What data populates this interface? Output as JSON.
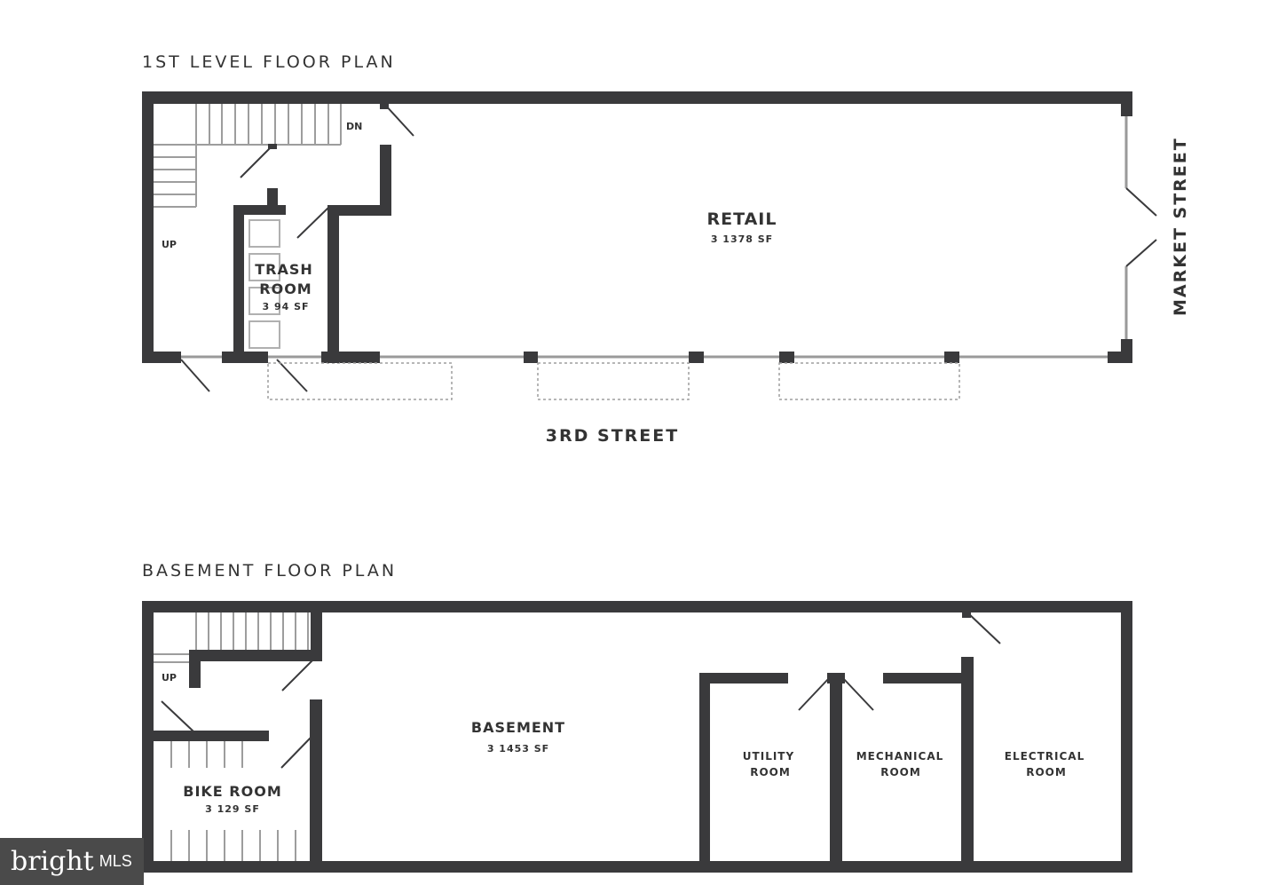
{
  "level1": {
    "title": "1ST LEVEL FLOOR PLAN",
    "retail_label": "RETAIL",
    "retail_area": "3 1378 SF",
    "trash_label_1": "TRASH",
    "trash_label_2": "ROOM",
    "trash_area": "3 94 SF",
    "up_label": "UP",
    "dn_label": "DN",
    "side_street": "MARKET STREET",
    "front_street": "3RD STREET"
  },
  "basement": {
    "title": "BASEMENT FLOOR PLAN",
    "main_label": "BASEMENT",
    "main_area": "3 1453 SF",
    "bike_label": "BIKE ROOM",
    "bike_area": "3 129 SF",
    "up_label": "UP",
    "utility_1": "UTILITY",
    "utility_2": "ROOM",
    "mechanical_1": "MECHANICAL",
    "mechanical_2": "ROOM",
    "electrical_1": "ELECTRICAL",
    "electrical_2": "ROOM"
  },
  "logo": {
    "word": "bright",
    "suffix": "MLS"
  },
  "colors": {
    "wall": "#3a3a3c",
    "text": "#333333",
    "logo_bg": "#4a4a4a"
  }
}
